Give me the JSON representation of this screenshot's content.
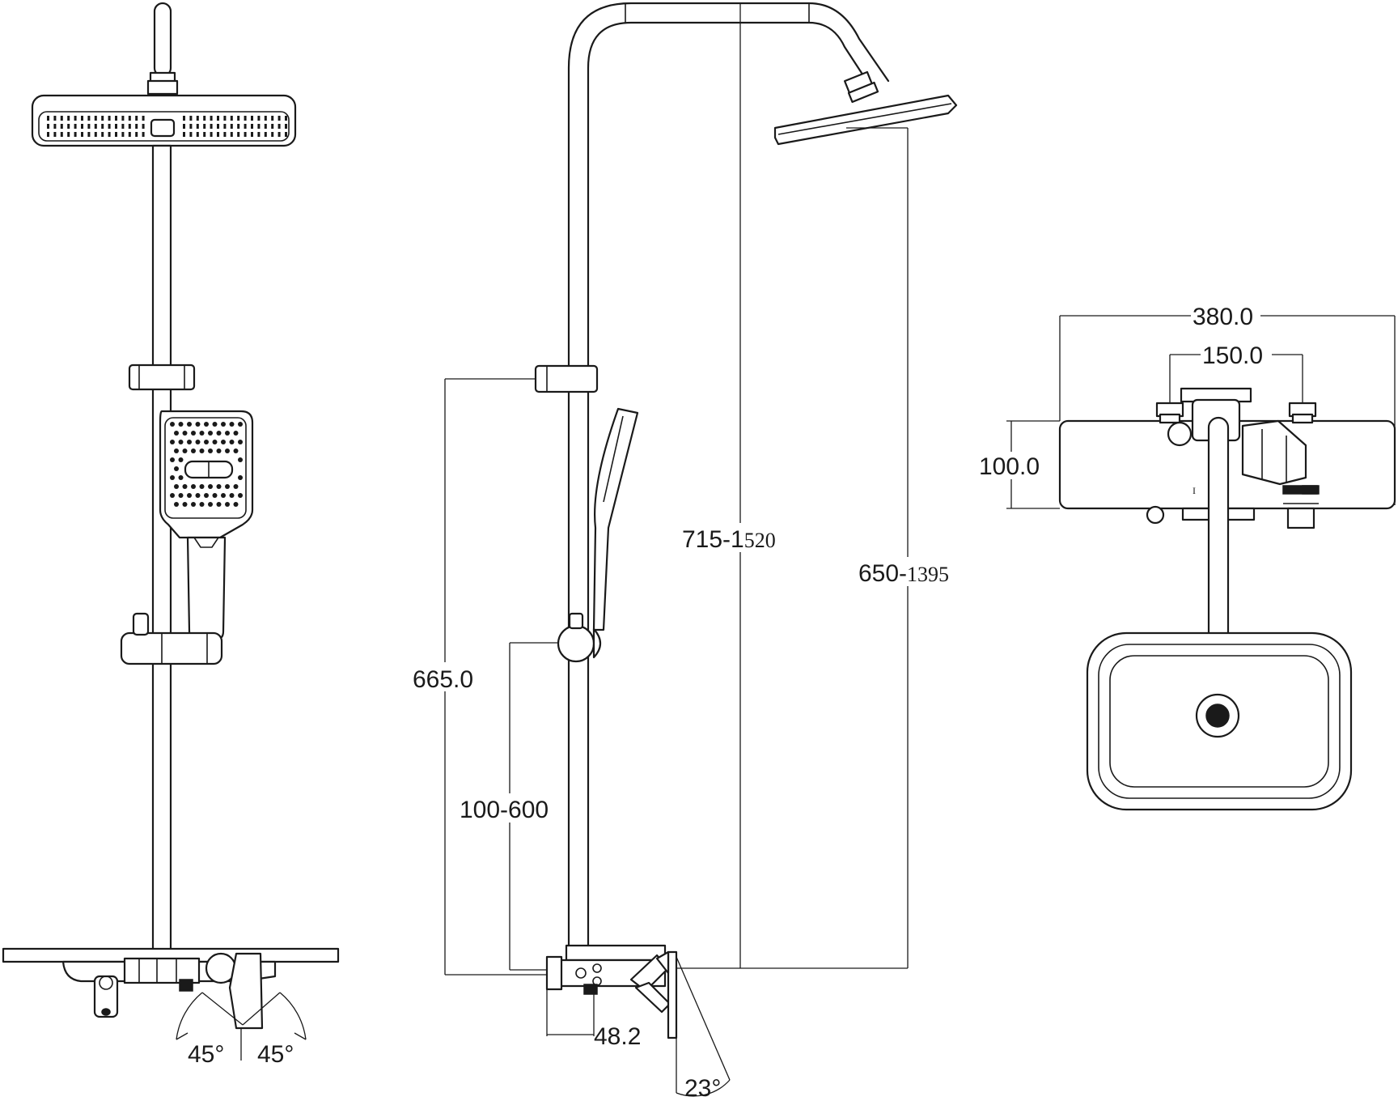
{
  "views": {
    "front": {
      "angle_left": "45°",
      "angle_right": "45°"
    },
    "side": {
      "dim_slider_height": "665.0",
      "dim_holder_range": "100-600",
      "dim_total_height_a": "715-1",
      "dim_total_height_b": "520",
      "dim_head_height_a": "650-",
      "dim_head_height_b": "1395",
      "dim_inlet_offset": "48.2",
      "dim_spout_angle": "23°"
    },
    "top": {
      "dim_width": "380.0",
      "dim_centers": "150.0",
      "dim_depth": "100.0"
    }
  }
}
